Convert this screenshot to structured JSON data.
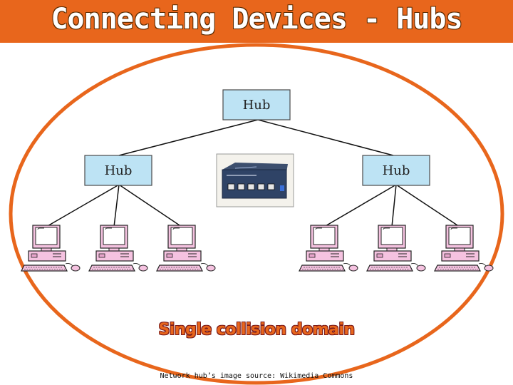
{
  "title": "Connecting Devices - Hubs",
  "hubs": {
    "top": "Hub",
    "left": "Hub",
    "right": "Hub"
  },
  "device_photo": "network-hub-photo",
  "caption": "Single collision domain",
  "source_note": "Network hub’s image source: Wikimedia Commons",
  "colors": {
    "accent": "#e8661c",
    "hub_fill": "#bde3f4",
    "computer_pink": "#f5c2e0"
  }
}
